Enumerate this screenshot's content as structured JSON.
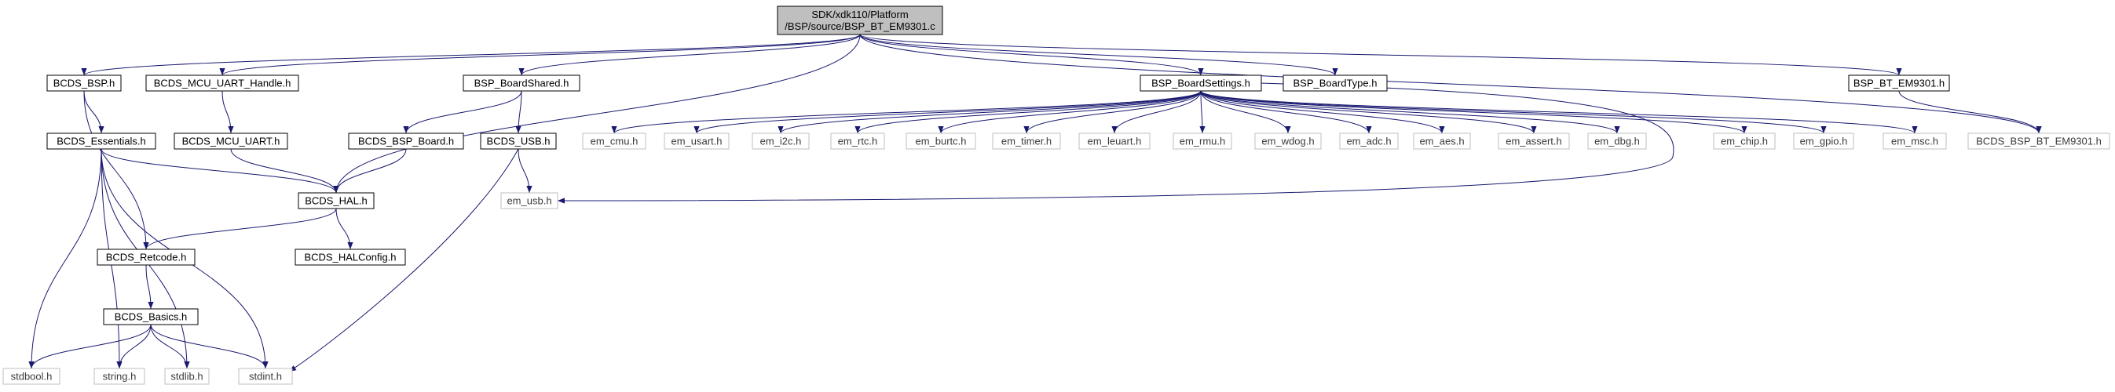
{
  "title": "SDK/xdk110/Platform/BSP/source/BSP_BT_EM9301.c",
  "colors": {
    "root_fill": "#bfbfbf",
    "node_fill": "#ffffff",
    "border_dark": "#000000",
    "border_light": "#bfbfbf",
    "text_dark": "#000000",
    "text_light": "#3b3b3b",
    "edge": "#191970"
  },
  "nodes": [
    {
      "id": "root",
      "lines": [
        "SDK/xdk110/Platform",
        "/BSP/source/BSP_BT_EM9301.c"
      ],
      "style": "root"
    },
    {
      "id": "bcds_bsp",
      "lines": [
        "BCDS_BSP.h"
      ],
      "style": "dark"
    },
    {
      "id": "mcu_uart_handle",
      "lines": [
        "BCDS_MCU_UART_Handle.h"
      ],
      "style": "dark"
    },
    {
      "id": "bsp_boardshared",
      "lines": [
        "BSP_BoardShared.h"
      ],
      "style": "dark"
    },
    {
      "id": "bsp_boardsettings",
      "lines": [
        "BSP_BoardSettings.h"
      ],
      "style": "dark"
    },
    {
      "id": "bsp_boardtype",
      "lines": [
        "BSP_BoardType.h"
      ],
      "style": "dark"
    },
    {
      "id": "bsp_bt_em9301",
      "lines": [
        "BSP_BT_EM9301.h"
      ],
      "style": "dark"
    },
    {
      "id": "bcds_essentials",
      "lines": [
        "BCDS_Essentials.h"
      ],
      "style": "dark"
    },
    {
      "id": "bcds_mcu_uart",
      "lines": [
        "BCDS_MCU_UART.h"
      ],
      "style": "dark"
    },
    {
      "id": "bcds_bsp_board",
      "lines": [
        "BCDS_BSP_Board.h"
      ],
      "style": "dark"
    },
    {
      "id": "bcds_usb",
      "lines": [
        "BCDS_USB.h"
      ],
      "style": "dark"
    },
    {
      "id": "bcds_hal",
      "lines": [
        "BCDS_HAL.h"
      ],
      "style": "dark"
    },
    {
      "id": "bcds_retcode",
      "lines": [
        "BCDS_Retcode.h"
      ],
      "style": "dark"
    },
    {
      "id": "bcds_halconfig",
      "lines": [
        "BCDS_HALConfig.h"
      ],
      "style": "dark"
    },
    {
      "id": "bcds_basics",
      "lines": [
        "BCDS_Basics.h"
      ],
      "style": "dark"
    },
    {
      "id": "stdbool",
      "lines": [
        "stdbool.h"
      ],
      "style": "light"
    },
    {
      "id": "string",
      "lines": [
        "string.h"
      ],
      "style": "light"
    },
    {
      "id": "stdlib",
      "lines": [
        "stdlib.h"
      ],
      "style": "light"
    },
    {
      "id": "stdint",
      "lines": [
        "stdint.h"
      ],
      "style": "light"
    },
    {
      "id": "em_usb",
      "lines": [
        "em_usb.h"
      ],
      "style": "light"
    },
    {
      "id": "em_cmu",
      "lines": [
        "em_cmu.h"
      ],
      "style": "light"
    },
    {
      "id": "em_usart",
      "lines": [
        "em_usart.h"
      ],
      "style": "light"
    },
    {
      "id": "em_i2c",
      "lines": [
        "em_i2c.h"
      ],
      "style": "light"
    },
    {
      "id": "em_rtc",
      "lines": [
        "em_rtc.h"
      ],
      "style": "light"
    },
    {
      "id": "em_burtc",
      "lines": [
        "em_burtc.h"
      ],
      "style": "light"
    },
    {
      "id": "em_timer",
      "lines": [
        "em_timer.h"
      ],
      "style": "light"
    },
    {
      "id": "em_leuart",
      "lines": [
        "em_leuart.h"
      ],
      "style": "light"
    },
    {
      "id": "em_rmu",
      "lines": [
        "em_rmu.h"
      ],
      "style": "light"
    },
    {
      "id": "em_wdog",
      "lines": [
        "em_wdog.h"
      ],
      "style": "light"
    },
    {
      "id": "em_adc",
      "lines": [
        "em_adc.h"
      ],
      "style": "light"
    },
    {
      "id": "em_aes",
      "lines": [
        "em_aes.h"
      ],
      "style": "light"
    },
    {
      "id": "em_assert",
      "lines": [
        "em_assert.h"
      ],
      "style": "light"
    },
    {
      "id": "em_dbg",
      "lines": [
        "em_dbg.h"
      ],
      "style": "light"
    },
    {
      "id": "em_chip",
      "lines": [
        "em_chip.h"
      ],
      "style": "light"
    },
    {
      "id": "em_gpio",
      "lines": [
        "em_gpio.h"
      ],
      "style": "light"
    },
    {
      "id": "em_msc",
      "lines": [
        "em_msc.h"
      ],
      "style": "light"
    },
    {
      "id": "bcds_bsp_bt_em9301",
      "lines": [
        "BCDS_BSP_BT_EM9301.h"
      ],
      "style": "light"
    }
  ],
  "edges": [
    [
      "root",
      "bcds_bsp"
    ],
    [
      "root",
      "mcu_uart_handle"
    ],
    [
      "root",
      "bsp_boardshared"
    ],
    [
      "root",
      "bsp_boardsettings"
    ],
    [
      "root",
      "bsp_boardtype"
    ],
    [
      "root",
      "bsp_bt_em9301"
    ],
    [
      "root",
      "bcds_hal"
    ],
    [
      "root",
      "bcds_bsp_bt_em9301"
    ],
    [
      "bcds_bsp",
      "bcds_essentials"
    ],
    [
      "bcds_bsp",
      "bcds_retcode"
    ],
    [
      "mcu_uart_handle",
      "bcds_mcu_uart"
    ],
    [
      "bcds_mcu_uart",
      "bcds_hal"
    ],
    [
      "bsp_boardshared",
      "bcds_bsp_board"
    ],
    [
      "bsp_boardshared",
      "bcds_usb"
    ],
    [
      "bcds_bsp_board",
      "bcds_hal"
    ],
    [
      "bcds_usb",
      "em_usb"
    ],
    [
      "bcds_usb",
      "stdint"
    ],
    [
      "bcds_essentials",
      "bcds_hal"
    ],
    [
      "bcds_essentials",
      "stdbool"
    ],
    [
      "bcds_essentials",
      "string"
    ],
    [
      "bcds_essentials",
      "stdlib"
    ],
    [
      "bcds_essentials",
      "stdint"
    ],
    [
      "bcds_hal",
      "bcds_retcode"
    ],
    [
      "bcds_hal",
      "bcds_halconfig"
    ],
    [
      "bcds_retcode",
      "bcds_basics"
    ],
    [
      "bcds_basics",
      "stdbool"
    ],
    [
      "bcds_basics",
      "string"
    ],
    [
      "bcds_basics",
      "stdlib"
    ],
    [
      "bcds_basics",
      "stdint"
    ],
    [
      "bsp_boardsettings",
      "em_cmu"
    ],
    [
      "bsp_boardsettings",
      "em_usart"
    ],
    [
      "bsp_boardsettings",
      "em_i2c"
    ],
    [
      "bsp_boardsettings",
      "em_rtc"
    ],
    [
      "bsp_boardsettings",
      "em_burtc"
    ],
    [
      "bsp_boardsettings",
      "em_timer"
    ],
    [
      "bsp_boardsettings",
      "em_leuart"
    ],
    [
      "bsp_boardsettings",
      "em_rmu"
    ],
    [
      "bsp_boardsettings",
      "em_wdog"
    ],
    [
      "bsp_boardsettings",
      "em_adc"
    ],
    [
      "bsp_boardsettings",
      "em_aes"
    ],
    [
      "bsp_boardsettings",
      "em_assert"
    ],
    [
      "bsp_boardsettings",
      "em_dbg"
    ],
    [
      "bsp_boardsettings",
      "em_usb"
    ],
    [
      "bsp_boardsettings",
      "em_chip"
    ],
    [
      "bsp_boardsettings",
      "em_gpio"
    ],
    [
      "bsp_boardsettings",
      "em_msc"
    ],
    [
      "bsp_bt_em9301",
      "bcds_bsp_bt_em9301"
    ]
  ]
}
